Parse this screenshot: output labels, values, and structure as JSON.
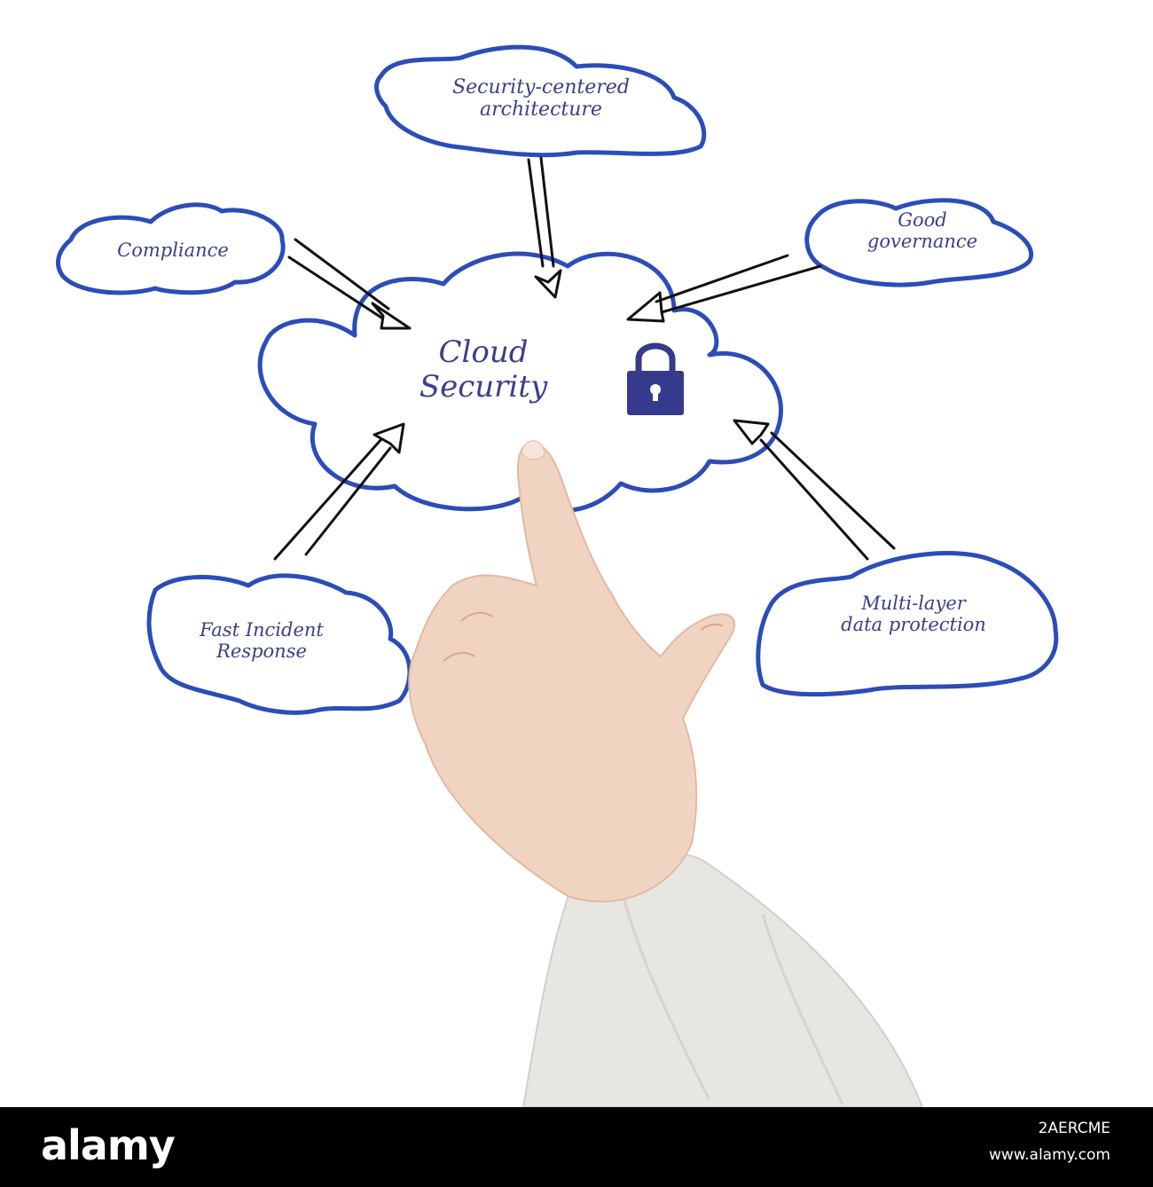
{
  "diagram": {
    "center": {
      "line1": "Cloud",
      "line2": "Security"
    },
    "nodes": {
      "top": {
        "line1": "Security-centered",
        "line2": "architecture"
      },
      "left": {
        "line1": "Compliance"
      },
      "right": {
        "line1": "Good",
        "line2": "governance"
      },
      "bottom_left": {
        "line1": "Fast Incident",
        "line2": "Response"
      },
      "bottom_right": {
        "line1": "Multi-layer",
        "line2": "data protection"
      }
    },
    "center_icon": "padlock-icon",
    "cloud_stroke_color": "#2c4db8",
    "text_color": "#3a3f8a",
    "icon_color": "#353a8c"
  },
  "watermark": {
    "brand": "alamy",
    "image_id": "2AERCME",
    "url": "www.alamy.com"
  }
}
